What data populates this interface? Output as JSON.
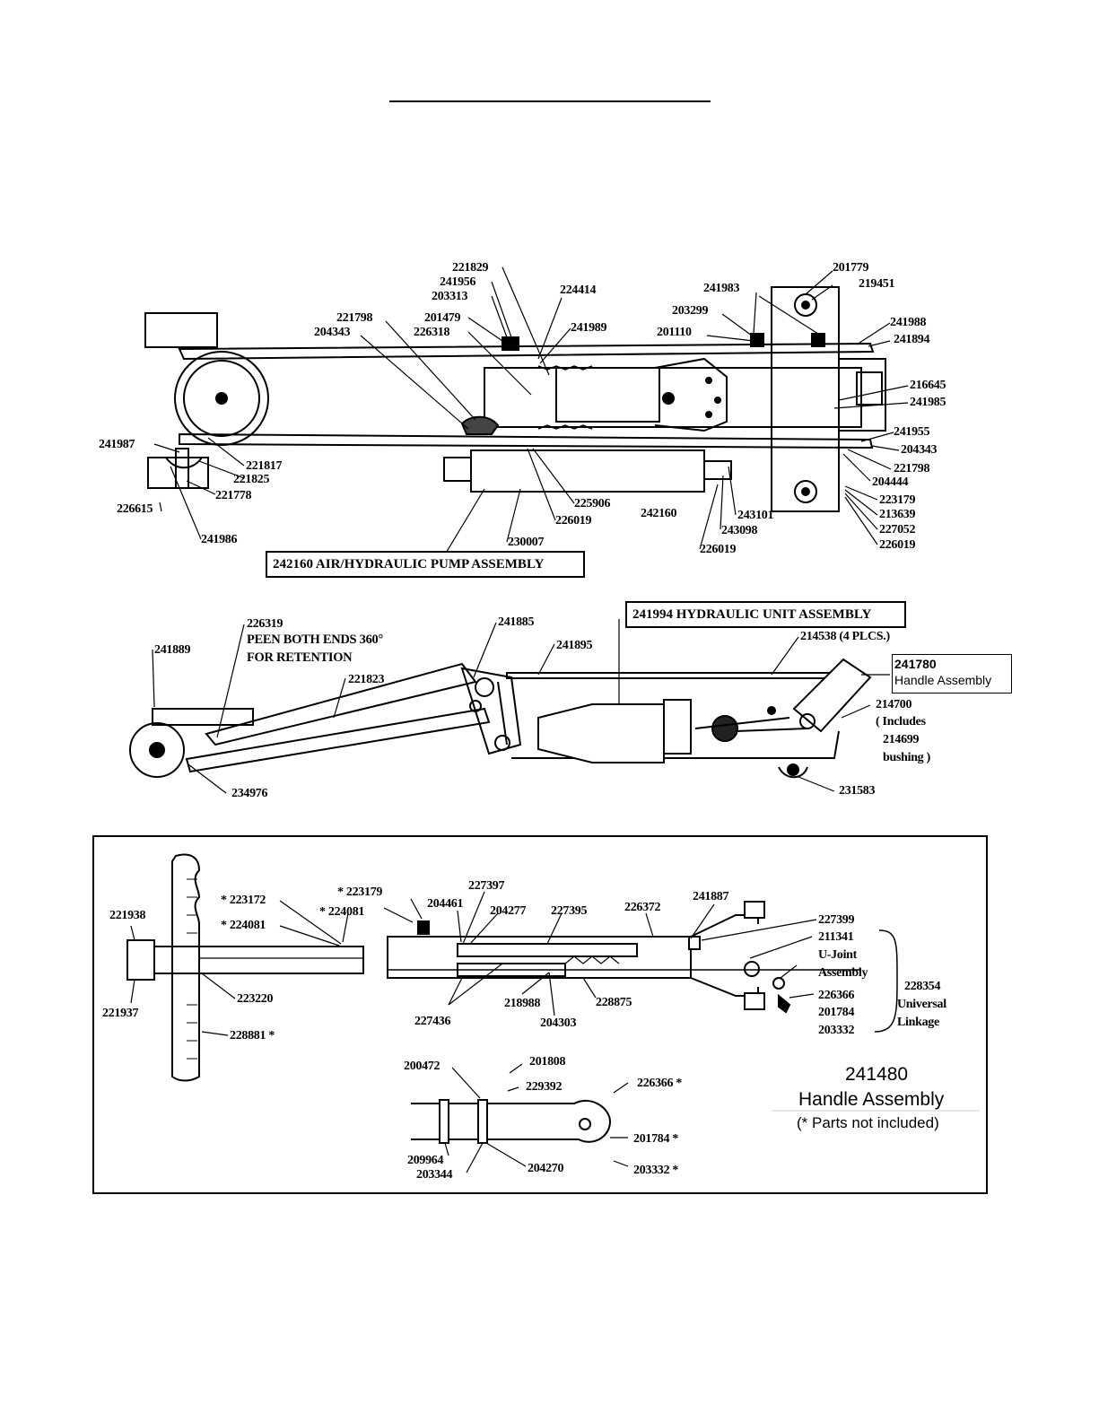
{
  "air_pump": {
    "title": "242160  AIR/HYDRAULIC PUMP ASSEMBLY",
    "labels": [
      "221829",
      "241956",
      "203313",
      "201479",
      "226318",
      "221798",
      "204343",
      "224414",
      "241989",
      "241983",
      "203299",
      "201110",
      "201779",
      "219451",
      "241988",
      "241894",
      "216645",
      "241985",
      "241955",
      "204343",
      "221798",
      "204444",
      "223179",
      "213639",
      "227052",
      "226019",
      "241987",
      "221817",
      "221825",
      "221778",
      "226615",
      "241986",
      "225906",
      "226019",
      "242160",
      "243101",
      "243098",
      "226019",
      "230007"
    ]
  },
  "hydraulic_unit": {
    "title": "241994 HYDRAULIC UNIT ASSEMBLY",
    "labels": [
      "226319",
      "241885",
      "241895",
      "214538 (4 PLCS.)",
      "241889",
      "221823",
      "214700",
      "( Includes",
      "214699",
      "bushing )",
      "234976",
      "231583"
    ],
    "note": [
      "PEEN BOTH ENDS 360°",
      "FOR RETENTION"
    ],
    "handle_callout": {
      "number": "241780",
      "name": "Handle Assembly"
    }
  },
  "handle_assembly": {
    "labels": [
      "* 223172",
      "* 224081",
      "* 223179",
      "* 224081",
      "221938",
      "221937",
      "223220",
      "228881 *",
      "227397",
      "204461",
      "204277",
      "227395",
      "226372",
      "241887",
      "227399",
      "211341",
      "U-Joint",
      "Assembly",
      "226366",
      "201784",
      "203332",
      "227436",
      "218988",
      "204303",
      "228875",
      "200472",
      "201808",
      "229392",
      "226366 *",
      "201784 *",
      "203332 *",
      "209964",
      "203344",
      "204270"
    ],
    "universal_linkage": [
      "228354",
      "Universal",
      "Linkage"
    ],
    "caption": {
      "number": "241480",
      "name": "Handle Assembly",
      "note": "(* Parts not included)"
    }
  }
}
